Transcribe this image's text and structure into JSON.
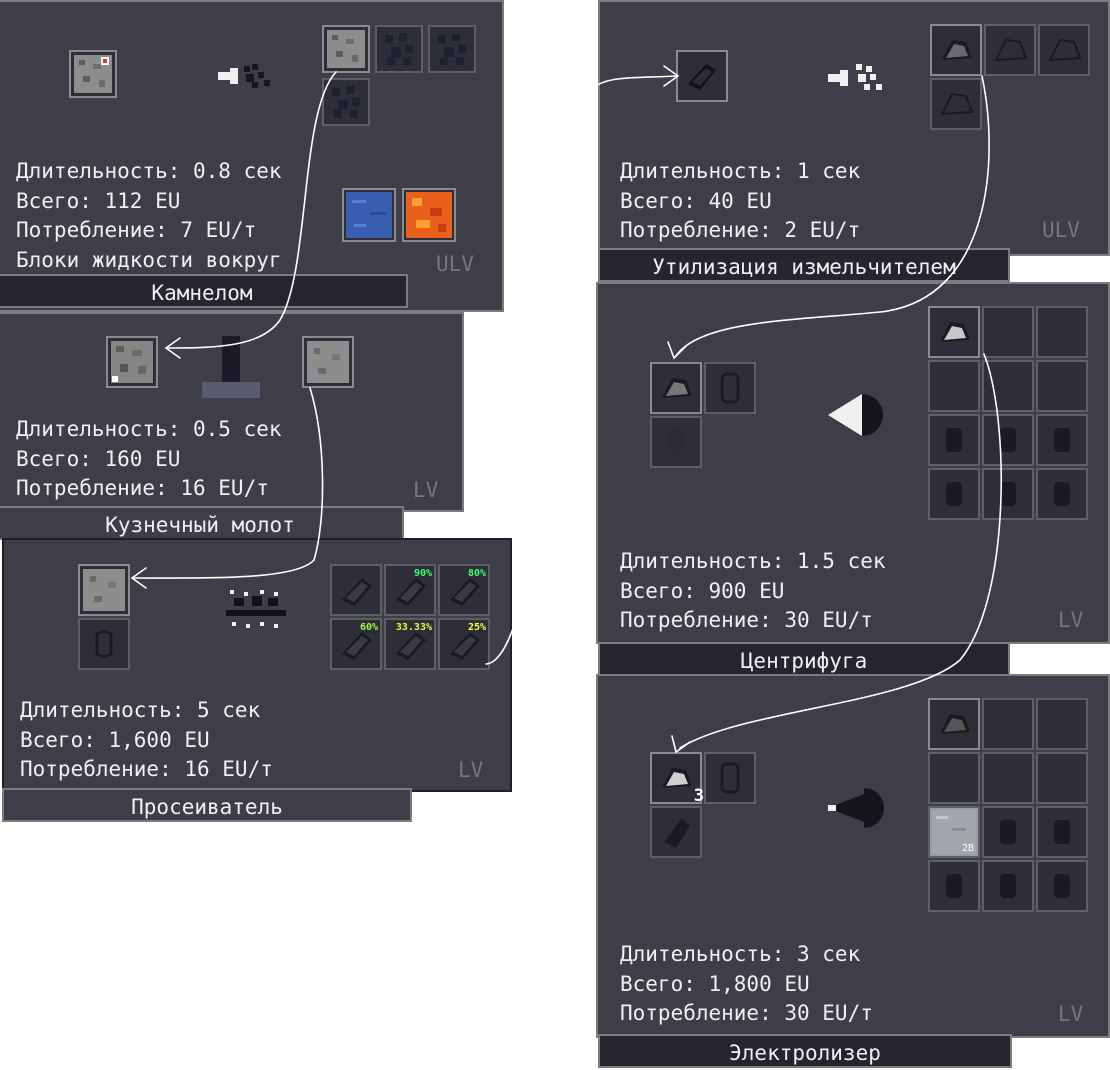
{
  "labels": {
    "stone_breaker": "Камнелом",
    "forge_hammer": "Кузнечный молот",
    "sifter": "Просеиватель",
    "scrap_macerator": "Утилизация измельчителем",
    "centrifuge": "Центрифуга",
    "electrolyzer": "Электролизер"
  },
  "recipes": {
    "stone_breaker": {
      "duration": "Длительность: 0.8 сек",
      "total": "Всего: 112 EU",
      "usage": "Потребление: 7 EU/т",
      "condition": "Блоки жидкости вокруг",
      "tier": "ULV"
    },
    "forge_hammer": {
      "duration": "Длительность: 0.5 сек",
      "total": "Всего: 160 EU",
      "usage": "Потребление: 16 EU/т",
      "tier": "LV"
    },
    "sifter": {
      "duration": "Длительность: 5 сек",
      "total": "Всего: 1,600 EU",
      "usage": "Потребление: 16 EU/т",
      "tier": "LV",
      "chances": [
        "90%",
        "80%",
        "60%",
        "33.33%",
        "25%"
      ]
    },
    "scrap_macerator": {
      "duration": "Длительность: 1 сек",
      "total": "Всего: 40 EU",
      "usage": "Потребление: 2 EU/т",
      "tier": "ULV"
    },
    "centrifuge": {
      "duration": "Длительность: 1.5 сек",
      "total": "Всего: 900 EU",
      "usage": "Потребление: 30 EU/т",
      "tier": "LV"
    },
    "electrolyzer": {
      "duration": "Длительность: 3 сек",
      "total": "Всего: 1,800 EU",
      "usage": "Потребление: 30 EU/т",
      "tier": "LV",
      "input_count": "3",
      "fluid_output_amount": "2B"
    }
  },
  "colors": {
    "panel": "#3d3e47",
    "slot": "#2d2e38",
    "tab": "#252530",
    "text": "#f0f0f0",
    "tier": "#757680",
    "chance_high": "#3cff6a",
    "chance_low": "#ffff3c",
    "water": "#3b5fb0",
    "lava": "#e8601c"
  },
  "icons": [
    "stone-block-icon",
    "dust-icon",
    "crushed-ore-icon",
    "gem-icon",
    "empty-cell-icon",
    "water-block-icon",
    "lava-block-icon",
    "progress-arrow-icon",
    "forge-hammer-icon",
    "sifter-progress-icon",
    "centrifuge-progress-icon",
    "electrolyzer-progress-icon"
  ]
}
